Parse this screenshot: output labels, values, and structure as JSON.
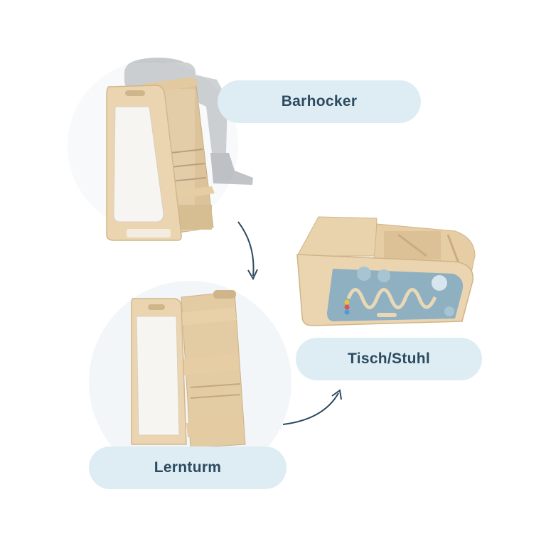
{
  "labels": {
    "barhocker": "Barhocker",
    "tisch_stuhl": "Tisch/Stuhl",
    "lernturm": "Lernturm"
  },
  "colors": {
    "wood": "#e9d3ad",
    "wood_dark": "#cfb488",
    "board": "#f6f5f2",
    "pill_bg": "#deedf3",
    "text": "#2c4a60",
    "arrow": "#2c4a60",
    "activity_board": "#8fb0c0"
  },
  "icons": [
    "curved-arrow-icon"
  ]
}
